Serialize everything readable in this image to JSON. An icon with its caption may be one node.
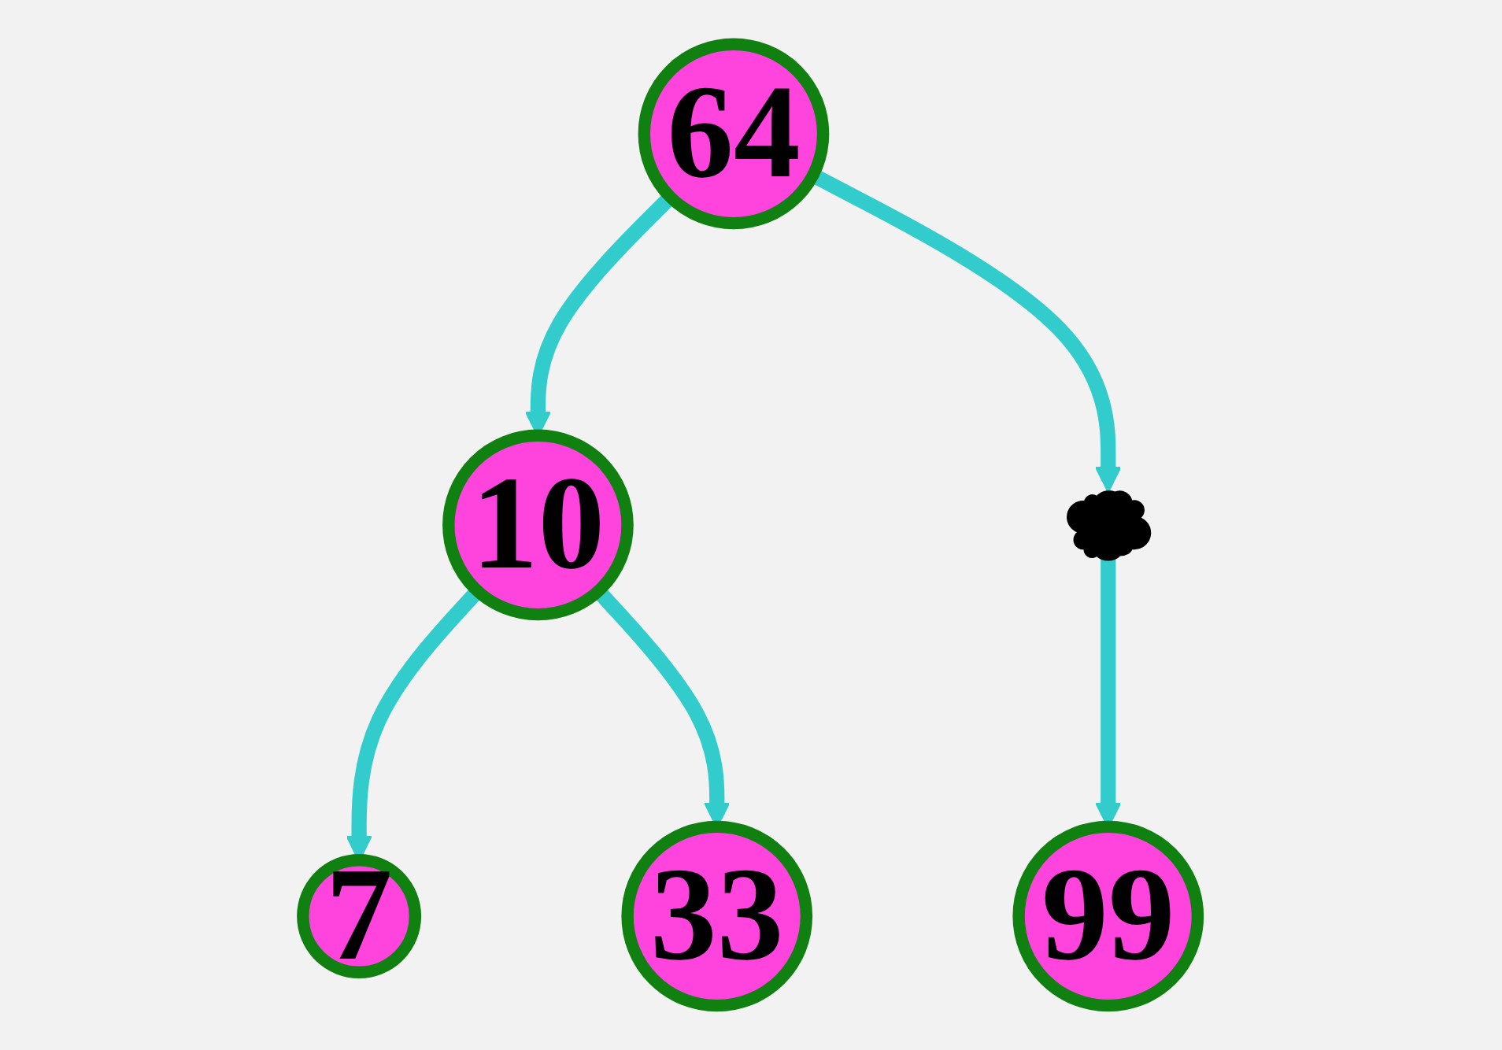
{
  "diagram": {
    "nodes": [
      {
        "text": [
          "64"
        ]
      },
      {
        "text": [
          "10"
        ]
      },
      {
        "text": [],
        "shape": "blob"
      },
      {
        "text": [
          "7"
        ]
      },
      {
        "text": [
          "33"
        ]
      },
      {
        "text": [
          "99"
        ]
      }
    ],
    "edges": [
      {
        "from": 0,
        "to": 1,
        "arrow": "to"
      },
      {
        "from": 0,
        "to": 2,
        "arrow": "to"
      },
      {
        "from": 1,
        "to": 3,
        "arrow": "to"
      },
      {
        "from": 1,
        "to": 4,
        "arrow": "to"
      },
      {
        "from": 2,
        "to": 5,
        "arrow": "to"
      }
    ]
  }
}
